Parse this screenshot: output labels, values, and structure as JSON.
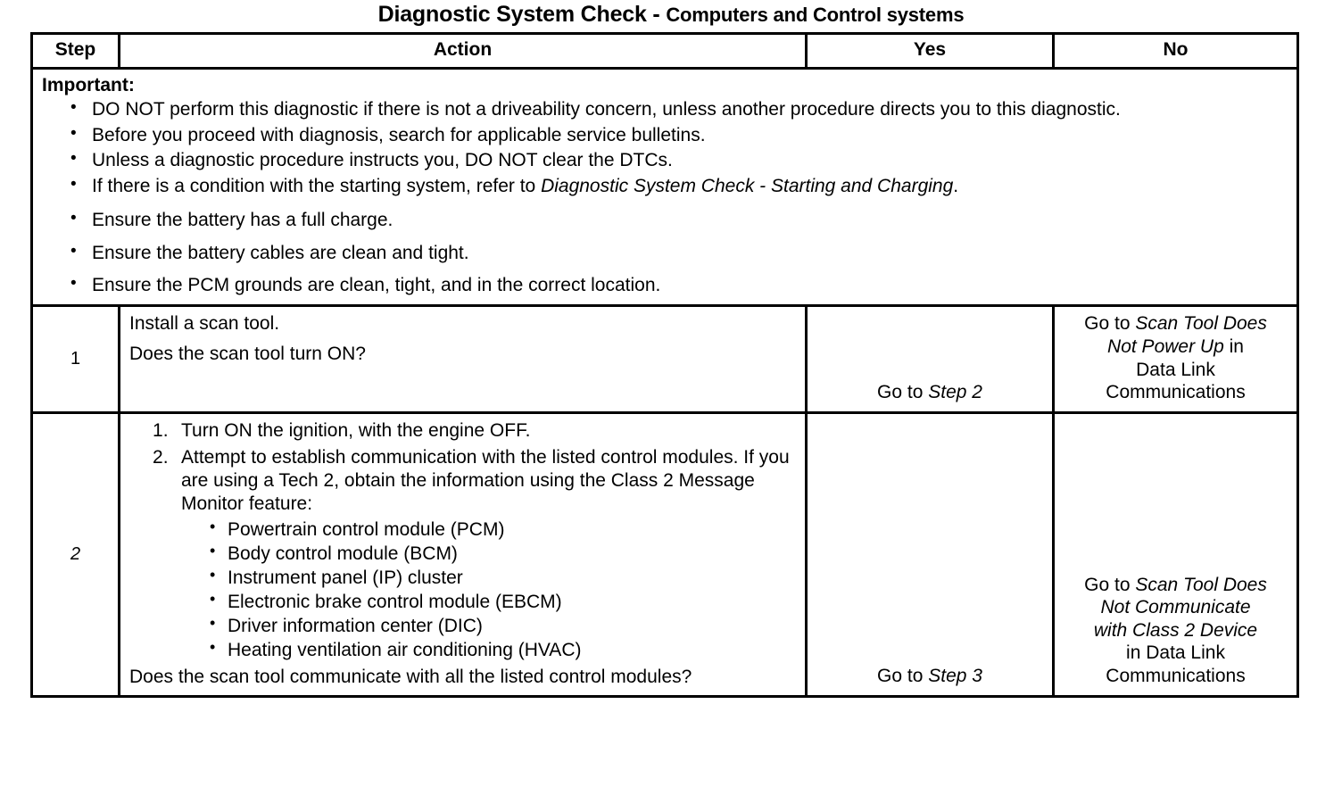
{
  "document": {
    "title_main": "Diagnostic System Check - ",
    "title_sub": "Computers and Control systems"
  },
  "table": {
    "headers": {
      "step": "Step",
      "action": "Action",
      "yes": "Yes",
      "no": "No"
    },
    "important": {
      "label": "Important:",
      "bullets": [
        "DO NOT perform this diagnostic if there is not a driveability concern, unless another procedure directs you to this diagnostic.",
        "Before you proceed with diagnosis, search for applicable service bulletins.",
        "Unless a diagnostic procedure instructs you, DO NOT clear the DTCs.",
        "Ensure the battery has a full charge.",
        "Ensure the battery cables are clean and tight.",
        "Ensure the PCM grounds are clean, tight, and in the correct location."
      ],
      "bullet_starting_charging": {
        "prefix": "If there is a condition with the starting system, refer to ",
        "italic": "Diagnostic System Check - Starting and Charging",
        "suffix": "."
      }
    },
    "steps": [
      {
        "number": "1",
        "action_line_1": "Install a scan tool.",
        "action_line_2": "Does the scan tool turn ON?",
        "yes": {
          "prefix": "Go to ",
          "italic": "Step 2",
          "suffix": ""
        },
        "no": {
          "line1_prefix": "Go to ",
          "line1_italic": "Scan Tool Does",
          "line2_italic": "Not Power Up",
          "line2_suffix": " in",
          "line3": "Data Link",
          "line4": "Communications"
        }
      },
      {
        "number": "2",
        "numbered": [
          "Turn ON the ignition, with the engine OFF.",
          "Attempt to establish communication with the listed control modules. If you are using a Tech 2, obtain the information using the Class 2 Message Monitor feature:"
        ],
        "modules": [
          "Powertrain control module (PCM)",
          "Body control module (BCM)",
          "Instrument panel (IP) cluster",
          "Electronic brake control module (EBCM)",
          "Driver information center (DIC)",
          "Heating ventilation air conditioning (HVAC)"
        ],
        "tail_question": "Does the scan tool communicate with all the listed control modules?",
        "yes": {
          "prefix": "Go to ",
          "italic": "Step 3",
          "suffix": ""
        },
        "no": {
          "line1_prefix": "Go to ",
          "line1_italic": "Scan Tool Does",
          "line2_italic": "Not Communicate",
          "line3_italic": "with Class 2 Device",
          "line4": "in Data Link",
          "line5": "Communications"
        }
      }
    ]
  },
  "colors": {
    "text": "#000000",
    "background": "#ffffff",
    "border": "#000000"
  }
}
